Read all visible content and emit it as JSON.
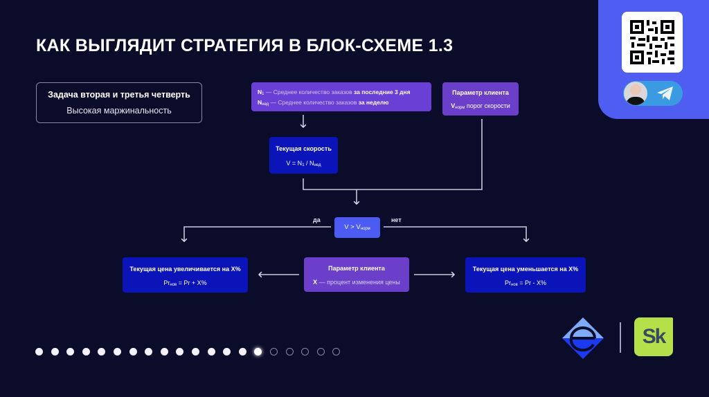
{
  "slide": {
    "title": "КАК ВЫГЛЯДИТ СТРАТЕГИЯ В БЛОК-СХЕМЕ 1.3"
  },
  "task_box": {
    "line1": "Задача вторая и третья четверть",
    "line2": "Высокая маржинальность"
  },
  "flowchart": {
    "orders_box": {
      "n1_symbol": "N",
      "n1_sub": "1",
      "n1_text_dim": " — Среднее количество заказов ",
      "n1_text_bold": "за последние 3 дня",
      "nweek_symbol": "N",
      "nweek_sub": "нед",
      "nweek_text_dim": " — Среднее количество заказов ",
      "nweek_text_bold": "за неделю"
    },
    "param_speed": {
      "header": "Параметр клиента",
      "symbol": "V",
      "sub": "норм",
      "text": " порог скорости"
    },
    "current_speed": {
      "header": "Текущая скорость",
      "formula_left": "V  =  N",
      "formula_sub1": "1",
      "formula_mid": " / N",
      "formula_sub2": "нед"
    },
    "condition": {
      "left": "V  >  V",
      "sub": "норм"
    },
    "branch_yes": "да",
    "branch_no": "нет",
    "price_up": {
      "header": "Текущая цена увеличивается на X%",
      "lhs": "Pr",
      "lhs_sub": "нов",
      "rhs": "  =  Pr  +  X%"
    },
    "param_change": {
      "header": "Параметр клиента",
      "symbol": "X",
      "text": " — процент изменения цены"
    },
    "price_down": {
      "header": "Текущая цена уменьшается на X%",
      "lhs": "Pr",
      "lhs_sub": "нов",
      "rhs": "  =  Pr  -  X%"
    }
  },
  "contact_panel": {
    "qr_icon": "qr-code",
    "avatar": "presenter-photo",
    "telegram_icon": "telegram-plane"
  },
  "logos": {
    "left": "e-diamond-logo",
    "right_text": "Sk"
  },
  "pagination": {
    "total": 20,
    "current": 15
  },
  "colors": {
    "background": "#0b0b2a",
    "panel": "#4f5ef0",
    "purple_box": "#6a3fd6",
    "blue_box": "#0a14b8",
    "condition_box": "#4c5cf2",
    "sk_green": "#b6e04a"
  }
}
